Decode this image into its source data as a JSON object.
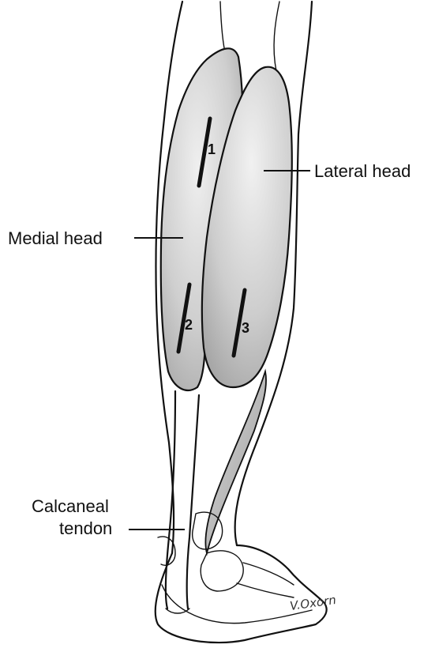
{
  "labels": {
    "lateral_head": "Lateral head",
    "medial_head": "Medial head",
    "calcaneal_tendon_line1": "Calcaneal",
    "calcaneal_tendon_line2": "tendon"
  },
  "incisions": [
    "1",
    "2",
    "3"
  ],
  "signature": "V.Oxorn",
  "colors": {
    "muscle_light": "#efefef",
    "muscle_dark": "#a9a9a9",
    "line": "#111111",
    "background": "#ffffff"
  }
}
